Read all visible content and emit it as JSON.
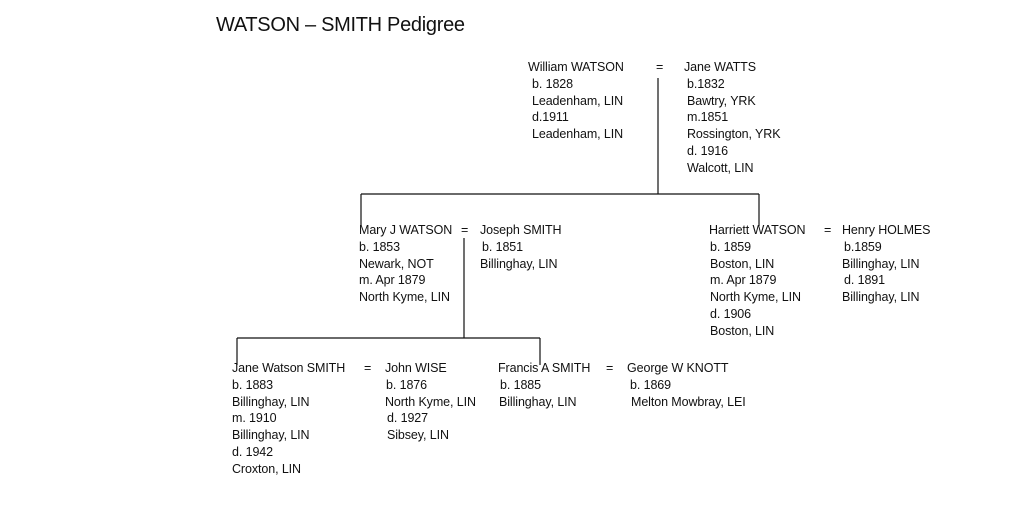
{
  "title": "WATSON – SMITH Pedigree",
  "couple_symbol": "=",
  "people": {
    "william": [
      "William WATSON",
      "b. 1828",
      "Leadenham, LIN",
      "d.1911",
      "Leadenham, LIN"
    ],
    "jane_watts": [
      "Jane WATTS",
      "b.1832",
      "Bawtry, YRK",
      "m.1851",
      "Rossington, YRK",
      "d. 1916",
      "Walcott, LIN"
    ],
    "mary": [
      "Mary J WATSON",
      "b. 1853",
      "Newark, NOT",
      "m. Apr 1879",
      "North Kyme, LIN"
    ],
    "joseph": [
      "Joseph SMITH",
      "b. 1851",
      "Billinghay, LIN"
    ],
    "harriett": [
      "Harriett WATSON",
      "b. 1859",
      "Boston, LIN",
      "m. Apr 1879",
      "North Kyme, LIN",
      "d. 1906",
      "Boston, LIN"
    ],
    "henry": [
      "Henry HOLMES",
      "b.1859",
      "Billinghay, LIN",
      "d. 1891",
      "Billinghay, LIN"
    ],
    "jane_smith": [
      "Jane Watson SMITH",
      "b. 1883",
      "Billinghay, LIN",
      "m. 1910",
      "Billinghay, LIN",
      "d. 1942",
      "Croxton, LIN"
    ],
    "john": [
      "John WISE",
      "b. 1876",
      "North Kyme, LIN",
      "d. 1927",
      "Sibsey, LIN"
    ],
    "francis": [
      "Francis A SMITH",
      "b. 1885",
      "Billinghay, LIN"
    ],
    "george": [
      "George W KNOTT",
      "b. 1869",
      "Melton Mowbray, LEI"
    ]
  }
}
